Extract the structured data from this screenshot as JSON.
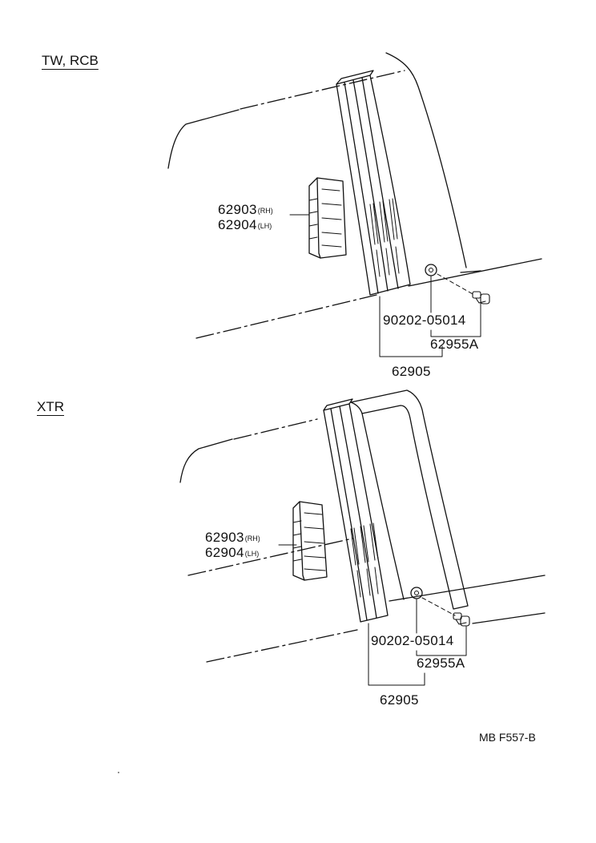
{
  "sections": [
    {
      "header": "TW, RCB",
      "part_upper": "62903",
      "part_upper_side": "(RH)",
      "part_lower": "62904",
      "part_lower_side": "(LH)",
      "fastener_part": "90202-05014",
      "clip_part": "62955A",
      "assembly_part": "62905"
    },
    {
      "header": "XTR",
      "part_upper": "62903",
      "part_upper_side": "(RH)",
      "part_lower": "62904",
      "part_lower_side": "(LH)",
      "fastener_part": "90202-05014",
      "clip_part": "62955A",
      "assembly_part": "62905"
    }
  ],
  "figure_code": "MB F557-B"
}
